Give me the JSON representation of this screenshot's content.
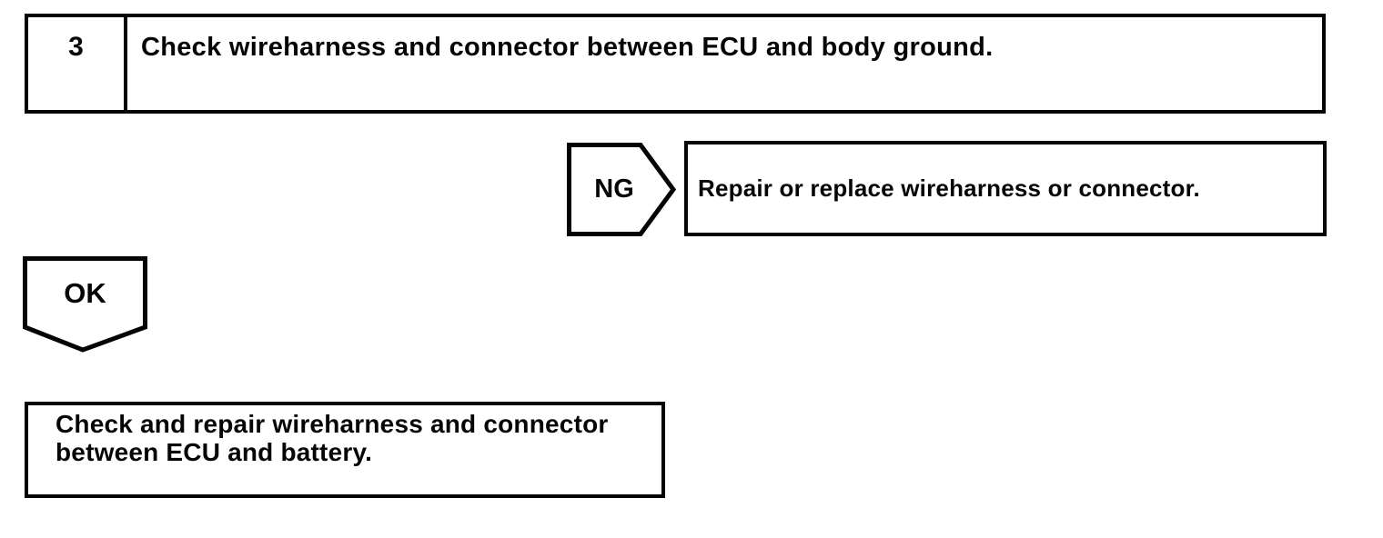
{
  "page": {
    "background_color": "#ffffff",
    "line_color": "#050505"
  },
  "flowchart": {
    "step_box": {
      "number": "3",
      "instruction": "Check wireharness and connector between ECU and body ground."
    },
    "ng_branch": {
      "label": "NG",
      "action": "Repair or replace wireharness or connector."
    },
    "ok_branch": {
      "label": "OK"
    },
    "result_box": {
      "lines": [
        "Check and repair wireharness and connector",
        "between ECU and battery."
      ]
    }
  }
}
